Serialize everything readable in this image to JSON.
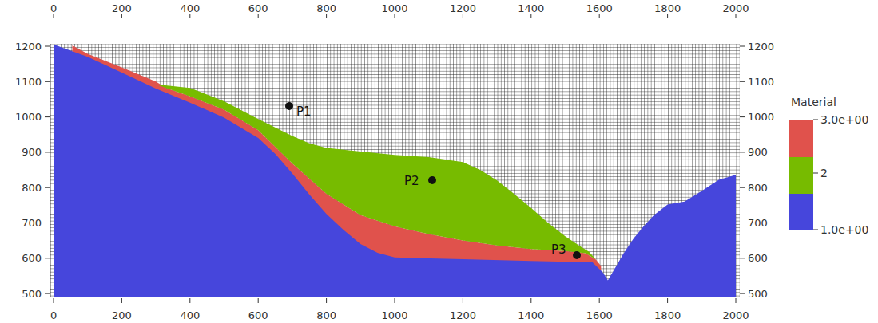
{
  "diagram": {
    "labels": [
      "0",
      "200",
      "400",
      "600",
      "800",
      "1000",
      "1200",
      "1400",
      "1600",
      "1800",
      "2000",
      "0",
      "200",
      "400",
      "600",
      "800",
      "1000",
      "1200",
      "1400",
      "1600",
      "1800",
      "2000",
      "1200",
      "1100",
      "1000",
      "900",
      "800",
      "700",
      "600",
      "500",
      "1200",
      "1100",
      "1000",
      "900",
      "800",
      "700",
      "600",
      "500",
      "Material",
      "P1",
      "P2",
      "P3"
    ],
    "legend": [
      {
        "text": "3.0e+00",
        "color": "#e0524c"
      },
      {
        "text": "2",
        "color": "#77bb00"
      },
      {
        "text": "1.0e+00",
        "color": "#4646dc"
      }
    ]
  }
}
